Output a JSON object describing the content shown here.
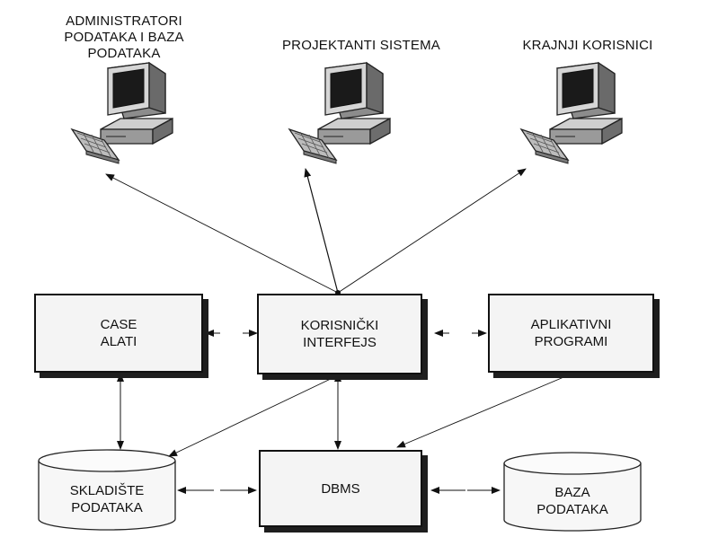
{
  "users": [
    {
      "id": "admin",
      "lines": [
        "ADMINISTRATORI",
        "PODATAKA I BAZA",
        "PODATAKA"
      ]
    },
    {
      "id": "designers",
      "lines": [
        "PROJEKTANTI SISTEMA"
      ]
    },
    {
      "id": "endusers",
      "lines": [
        "KRAJNJI KORISNICI"
      ]
    }
  ],
  "boxes": {
    "case": {
      "lines": [
        "CASE",
        "ALATI"
      ]
    },
    "ui": {
      "lines": [
        "KORISNIČKI",
        "INTERFEJS"
      ]
    },
    "apps": {
      "lines": [
        "APLIKATIVNI",
        "PROGRAMI"
      ]
    },
    "dbms": {
      "lines": [
        "DBMS"
      ]
    }
  },
  "stores": {
    "warehouse": {
      "lines": [
        "SKLADIŠTE",
        "PODATAKA"
      ]
    },
    "database": {
      "lines": [
        "BAZA",
        "PODATAKA"
      ]
    }
  },
  "colors": {
    "line": "#111111",
    "shadow": "#1e1e1e",
    "box_fill": "#f4f4f4",
    "cylinder_fill": "#f7f7f7",
    "computer_gray": "#9a9a9a"
  },
  "icons": [
    "computer-icon",
    "keyboard-icon"
  ]
}
